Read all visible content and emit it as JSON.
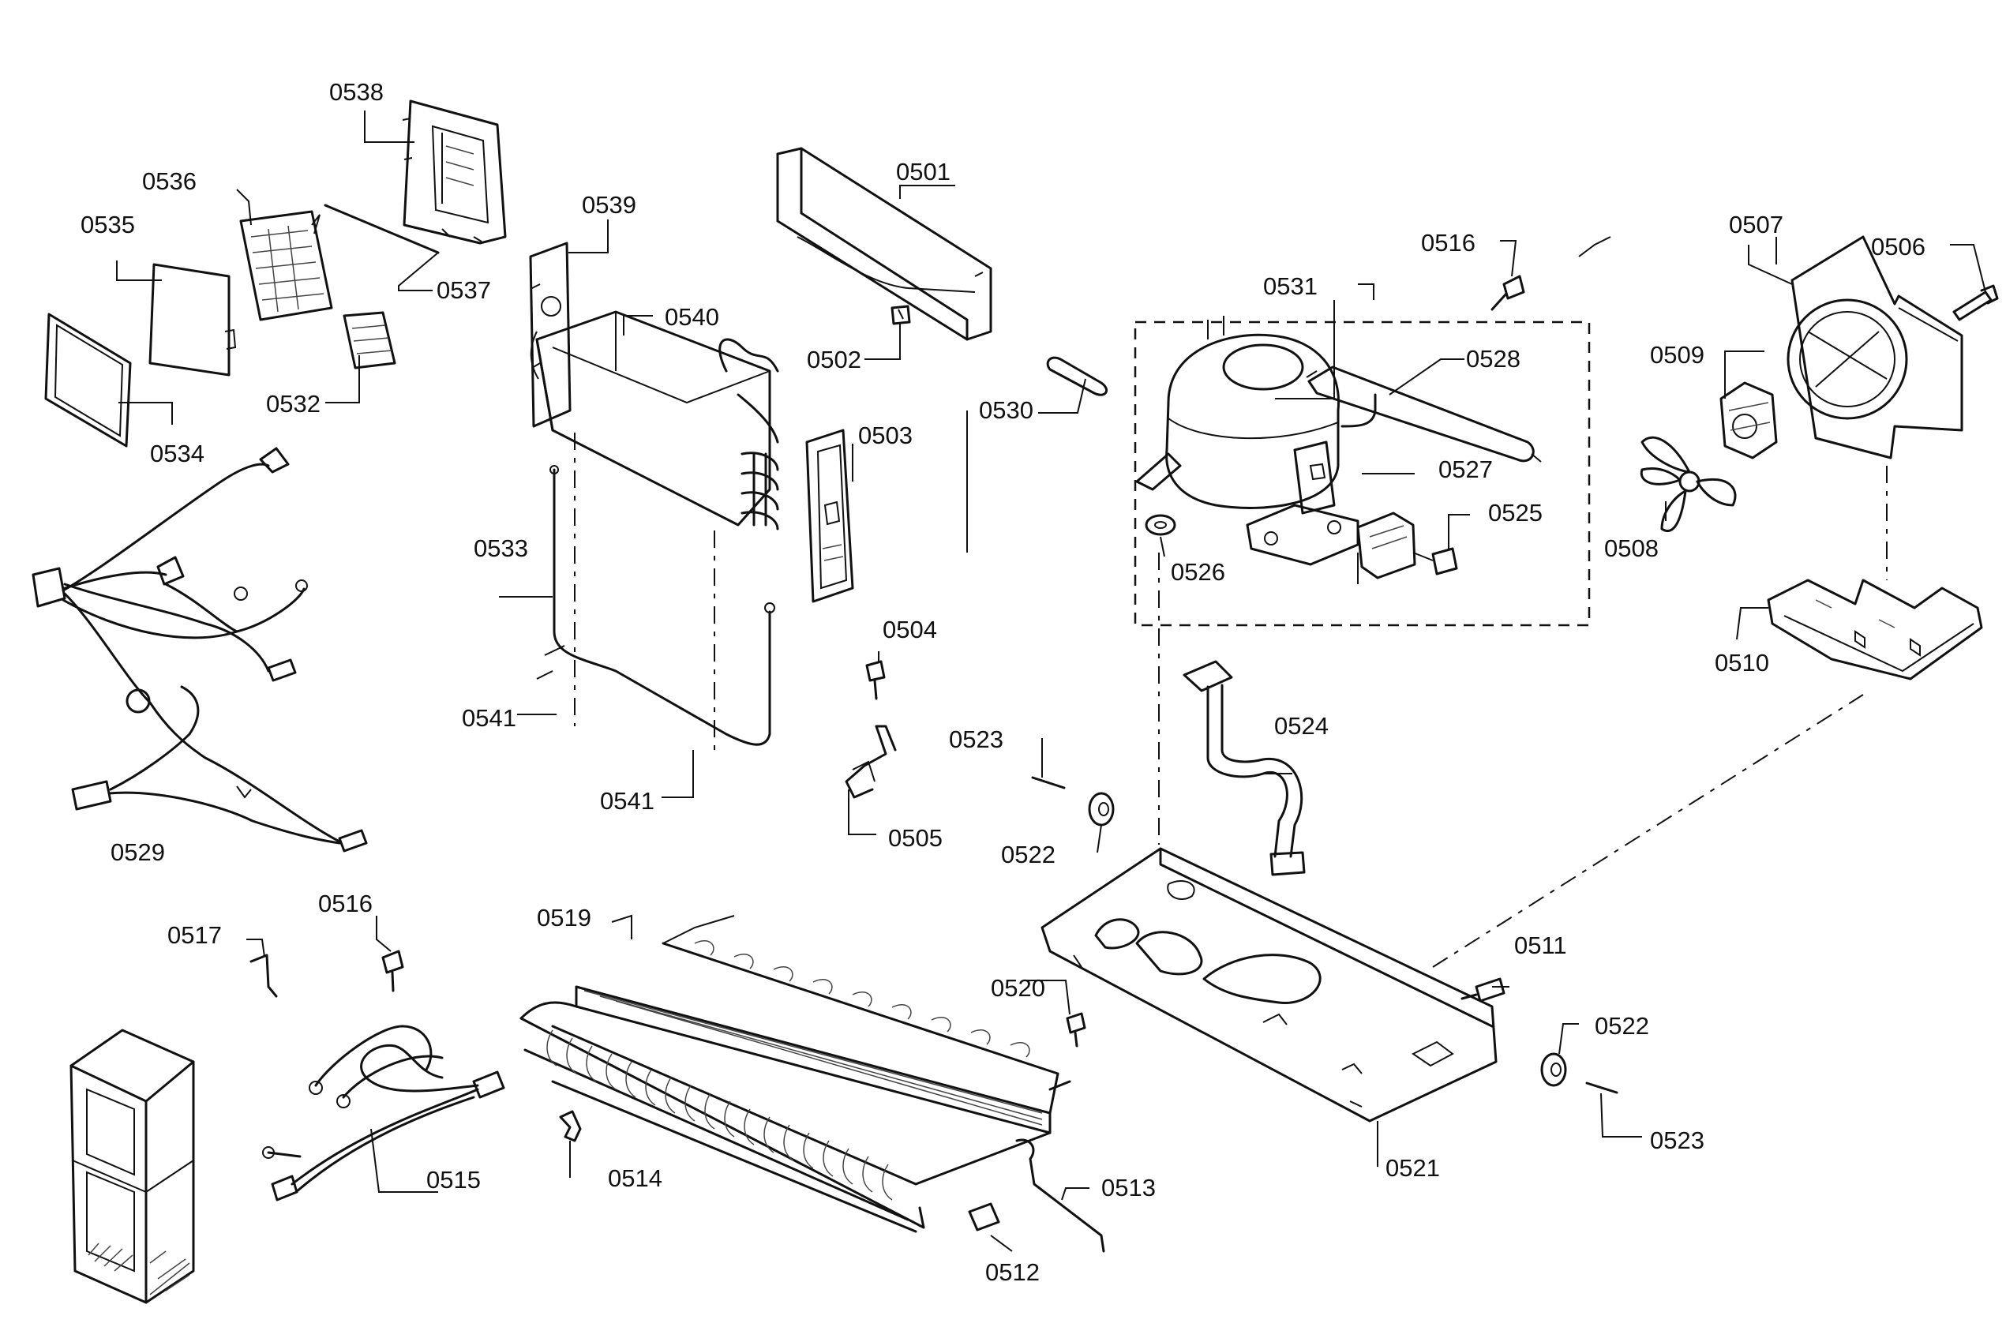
{
  "labels": {
    "p0501": "0501",
    "p0502": "0502",
    "p0503": "0503",
    "p0504": "0504",
    "p0505": "0505",
    "p0506": "0506",
    "p0507": "0507",
    "p0508": "0508",
    "p0509": "0509",
    "p0510": "0510",
    "p0511": "0511",
    "p0512": "0512",
    "p0513": "0513",
    "p0514": "0514",
    "p0515": "0515",
    "p0516a": "0516",
    "p0516b": "0516",
    "p0517": "0517",
    "p0519": "0519",
    "p0520": "0520",
    "p0521": "0521",
    "p0522a": "0522",
    "p0522b": "0522",
    "p0523a": "0523",
    "p0523b": "0523",
    "p0524": "0524",
    "p0525": "0525",
    "p0526": "0526",
    "p0527": "0527",
    "p0528": "0528",
    "p0529": "0529",
    "p0530": "0530",
    "p0531": "0531",
    "p0532": "0532",
    "p0533": "0533",
    "p0534": "0534",
    "p0535": "0535",
    "p0536": "0536",
    "p0537": "0537",
    "p0538": "0538",
    "p0539": "0539",
    "p0540": "0540",
    "p0541a": "0541",
    "p0541b": "0541"
  }
}
